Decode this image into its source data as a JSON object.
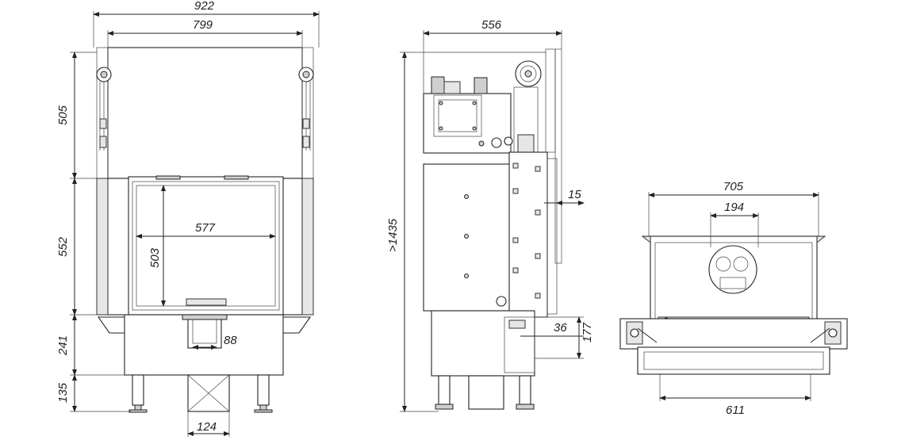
{
  "front_view": {
    "dims": {
      "overall_width": "922",
      "top_width": "799",
      "height_upper": "505",
      "height_glass": "552",
      "height_lower": "241",
      "height_legs": "135",
      "glass_width": "577",
      "glass_height": "503",
      "collar_small": "88",
      "flue_diameter": "124"
    }
  },
  "side_view": {
    "dims": {
      "depth": "556",
      "total_height": ">1435",
      "frame_offset": "15",
      "step_width": "36",
      "step_height": "177"
    }
  },
  "top_view": {
    "dims": {
      "outer_width": "705",
      "flue_width": "194",
      "base_width": "611"
    }
  },
  "colors": {
    "line": "#222222",
    "fill_gray": "#e6e6e6"
  }
}
